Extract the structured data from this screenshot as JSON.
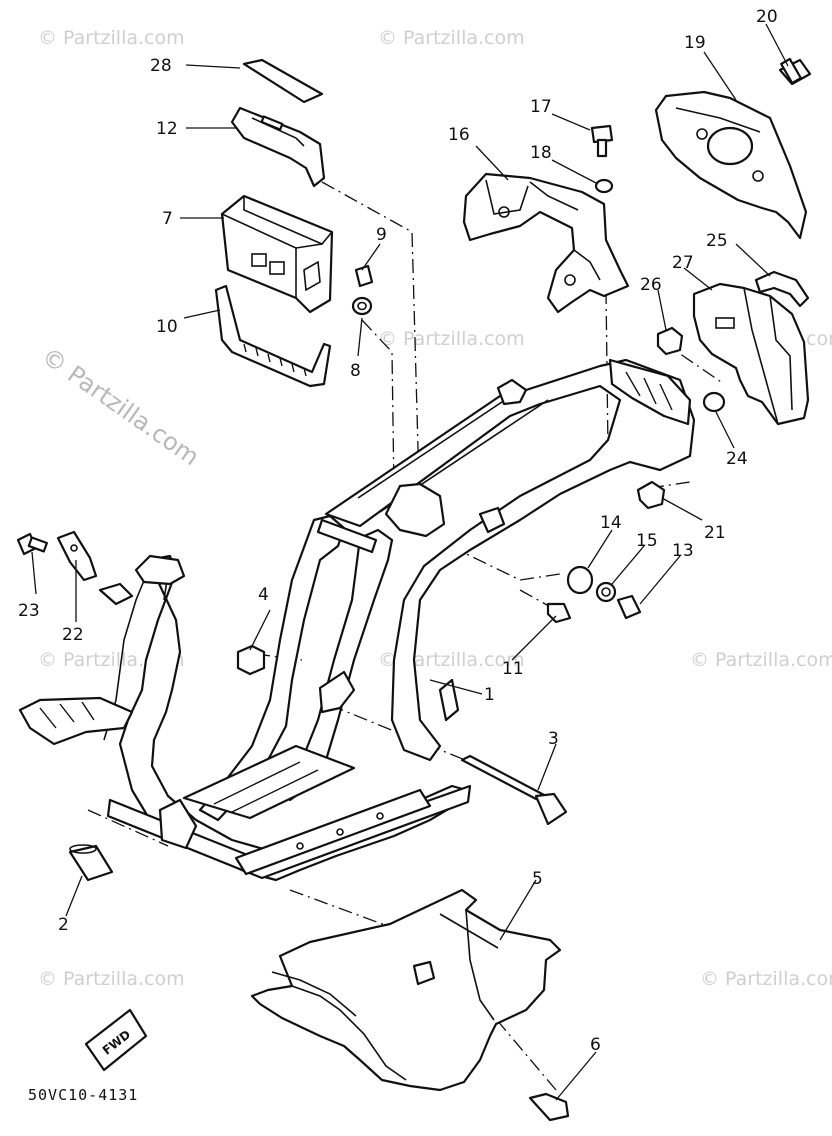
{
  "diagram": {
    "part_numbers": [
      "1",
      "2",
      "3",
      "4",
      "5",
      "6",
      "7",
      "8",
      "9",
      "10",
      "11",
      "12",
      "13",
      "14",
      "15",
      "16",
      "17",
      "18",
      "19",
      "20",
      "21",
      "22",
      "23",
      "24",
      "25",
      "26",
      "27",
      "28"
    ],
    "diagram_code": "50VC10-4131",
    "fwd_label": "FWD",
    "watermark": "© Partzilla.com"
  },
  "colors": {
    "ink": "#111111",
    "background": "#ffffff",
    "watermark": "#c8c8c8"
  }
}
